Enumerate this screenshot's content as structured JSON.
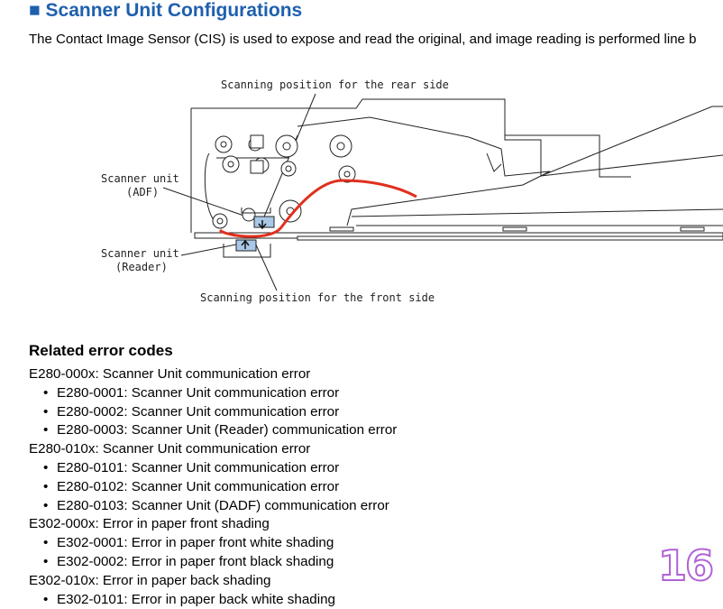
{
  "header": {
    "title": "■ Scanner Unit Configurations",
    "intro": "The Contact Image Sensor (CIS) is used to expose and read the original, and image reading is performed line b"
  },
  "diagram": {
    "label_rear": "Scanning position for the rear side",
    "label_adf_line1": "Scanner unit",
    "label_adf_line2": "(ADF)",
    "label_reader_line1": "Scanner unit",
    "label_reader_line2": "(Reader)",
    "label_front": "Scanning position for the front side",
    "paper_path_color": "#e0301e",
    "sensor_color": "#a9c8e8"
  },
  "related": {
    "heading": "Related error codes",
    "groups": [
      {
        "code": "E280-000x: Scanner Unit communication error",
        "items": [
          "E280-0001: Scanner Unit communication error",
          "E280-0002: Scanner Unit communication error",
          "E280-0003: Scanner Unit (Reader) communication error"
        ]
      },
      {
        "code": "E280-010x: Scanner Unit communication error",
        "items": [
          "E280-0101: Scanner Unit communication error",
          "E280-0102: Scanner Unit communication error",
          "E280-0103: Scanner Unit (DADF) communication error"
        ]
      },
      {
        "code": "E302-000x: Error in paper front shading",
        "items": [
          "E302-0001: Error in paper front white shading",
          "E302-0002: Error in paper front black shading"
        ]
      },
      {
        "code": "E302-010x: Error in paper back shading",
        "items": [
          "E302-0101: Error in paper back white shading"
        ]
      }
    ]
  },
  "page_number": "16"
}
